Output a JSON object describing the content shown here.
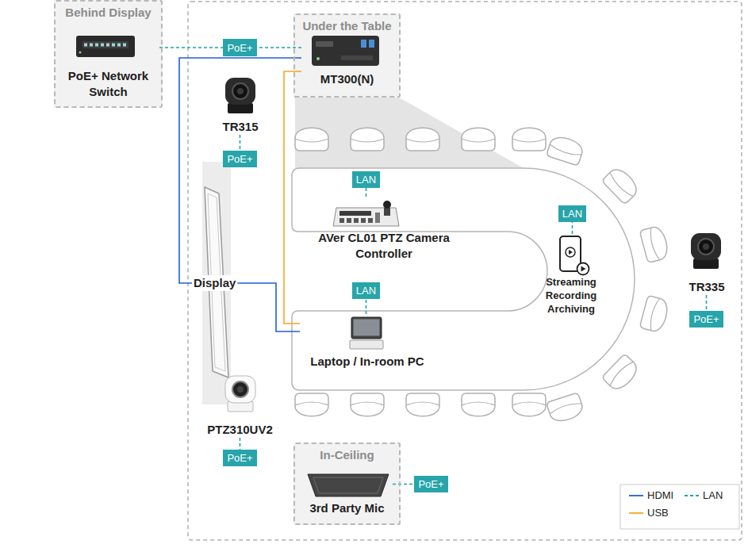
{
  "diagram": {
    "nodes": [
      {
        "text": [
          "Behind Display"
        ]
      },
      {
        "text": [
          "PoE+ Network Switch"
        ],
        "in": 0
      },
      {
        "text": [
          "Under the Table"
        ]
      },
      {
        "text": [
          "MT300(N)"
        ],
        "in": 2
      },
      {
        "text": [
          "TR315"
        ]
      },
      {
        "text": [
          "PoE+"
        ]
      },
      {
        "text": [
          "Display"
        ]
      },
      {
        "text": [
          "AVer CL01 PTZ Camera Controller"
        ]
      },
      {
        "text": [
          "LAN"
        ]
      },
      {
        "text": [
          "Streaming Recording Archiving"
        ]
      },
      {
        "text": [
          "LAN"
        ]
      },
      {
        "text": [
          "Laptop / In-room PC"
        ]
      },
      {
        "text": [
          "LAN"
        ]
      },
      {
        "text": [
          "TR335"
        ]
      },
      {
        "text": [
          "PoE+"
        ]
      },
      {
        "text": [
          "PTZ310UV2"
        ]
      },
      {
        "text": [
          "PoE+"
        ]
      },
      {
        "text": [
          "In-Ceiling"
        ]
      },
      {
        "text": [
          "3rd Party Mic"
        ],
        "in": 17
      },
      {
        "text": [
          "PoE+"
        ]
      }
    ],
    "edges": [
      {
        "from": 1,
        "to": 3,
        "arrow": "none",
        "label": "PoE+"
      },
      {
        "from": 3,
        "to": 6,
        "arrow": "none"
      },
      {
        "from": 3,
        "to": 11,
        "arrow": "none"
      },
      {
        "from": 6,
        "to": 11,
        "arrow": "none"
      },
      {
        "from": 4,
        "to": 5,
        "arrow": "none"
      },
      {
        "from": 7,
        "to": 8,
        "arrow": "none"
      },
      {
        "from": 9,
        "to": 10,
        "arrow": "none"
      },
      {
        "from": 11,
        "to": 12,
        "arrow": "none"
      },
      {
        "from": 13,
        "to": 14,
        "arrow": "none"
      },
      {
        "from": 15,
        "to": 16,
        "arrow": "none"
      },
      {
        "from": 18,
        "to": 19,
        "arrow": "none"
      }
    ],
    "legend": [
      {
        "text": "HDMI"
      },
      {
        "text": "LAN"
      },
      {
        "text": "USB"
      }
    ]
  }
}
